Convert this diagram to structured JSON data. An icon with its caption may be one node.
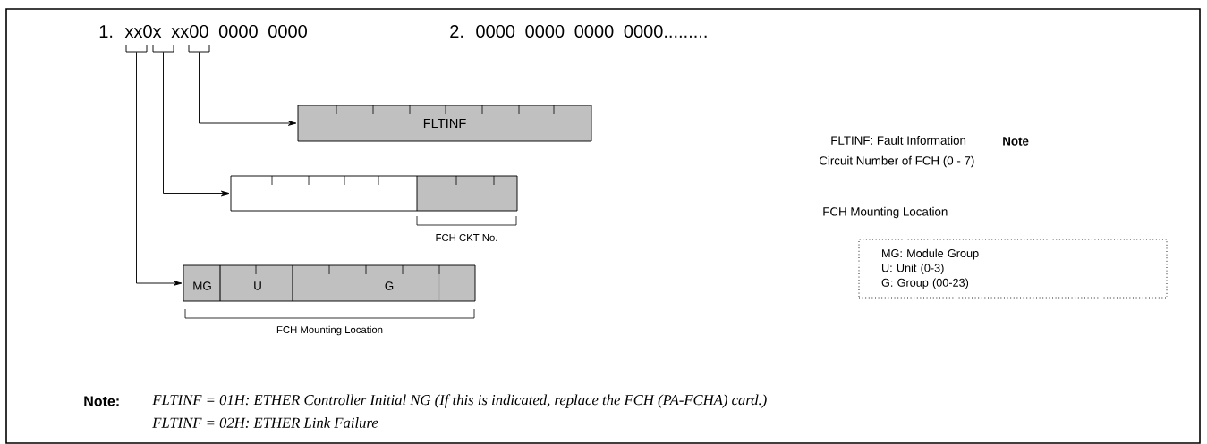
{
  "diagram": {
    "nodes": [
      {
        "text": [],
        "shape": "bracket"
      },
      {
        "text": [],
        "shape": "bracket"
      },
      {
        "text": [],
        "shape": "bracket"
      },
      {
        "text": [
          "FLTINF"
        ]
      },
      {
        "text": [],
        "shape": "box",
        "beside": [
          "FCH CKT No."
        ]
      },
      {
        "text": [
          "MG: Module Group",
          "U: Unit (0-3)",
          "G: Group (00-23)"
        ]
      },
      {
        "text": [
          "MG",
          "U",
          "G"
        ],
        "beside": [
          "FCH Mounting Location"
        ]
      }
    ],
    "edges": [
      {
        "from": 2,
        "to": 3,
        "arrow": "to"
      },
      {
        "from": 1,
        "to": 4,
        "arrow": "to"
      },
      {
        "from": 0,
        "to": 6,
        "arrow": "to"
      }
    ],
    "labels": [
      "1. xx0x xx00 0000 0000",
      "2. 0000 0000 0000 0000.........",
      "FLTINF: Fault Information",
      "Note",
      "Circuit Number of FCH (0 - 7)",
      "FCH Mounting Location",
      "Note:",
      "FLTINF = 01H: ETHER Controller Initial NG (If this is indicated, replace the FCH (PA-FCHA) card.)",
      "FLTINF = 02H: ETHER Link Failure"
    ]
  }
}
